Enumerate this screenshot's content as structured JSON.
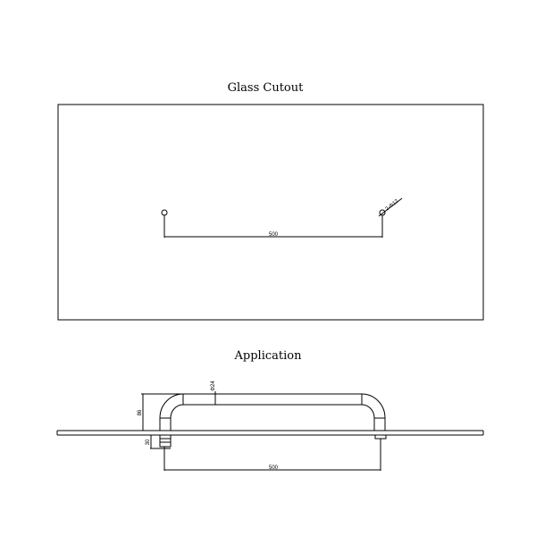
{
  "glass_cutout": {
    "title": "Glass Cutout",
    "hole_spacing": "500",
    "hole_callout": "2-Φ12"
  },
  "application": {
    "title": "Application",
    "bar_diameter": "Φ24",
    "height": "86",
    "base_height": "30",
    "spacing": "500"
  }
}
